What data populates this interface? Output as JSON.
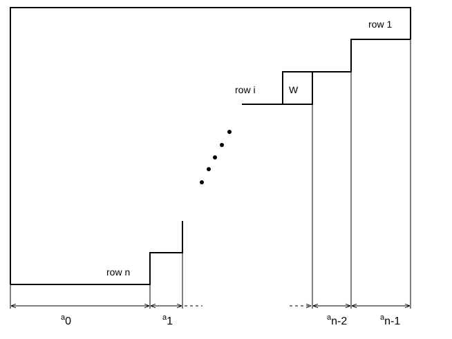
{
  "diagram": {
    "rows": {
      "row_1": "row 1",
      "row_i": "row i",
      "row_n": "row n"
    },
    "box_label": "W",
    "widths": [
      {
        "base": "a",
        "sub": "0"
      },
      {
        "base": "a",
        "sub": "1"
      },
      {
        "base": "a",
        "sub": "n-2"
      },
      {
        "base": "a",
        "sub": "n-1"
      }
    ]
  }
}
